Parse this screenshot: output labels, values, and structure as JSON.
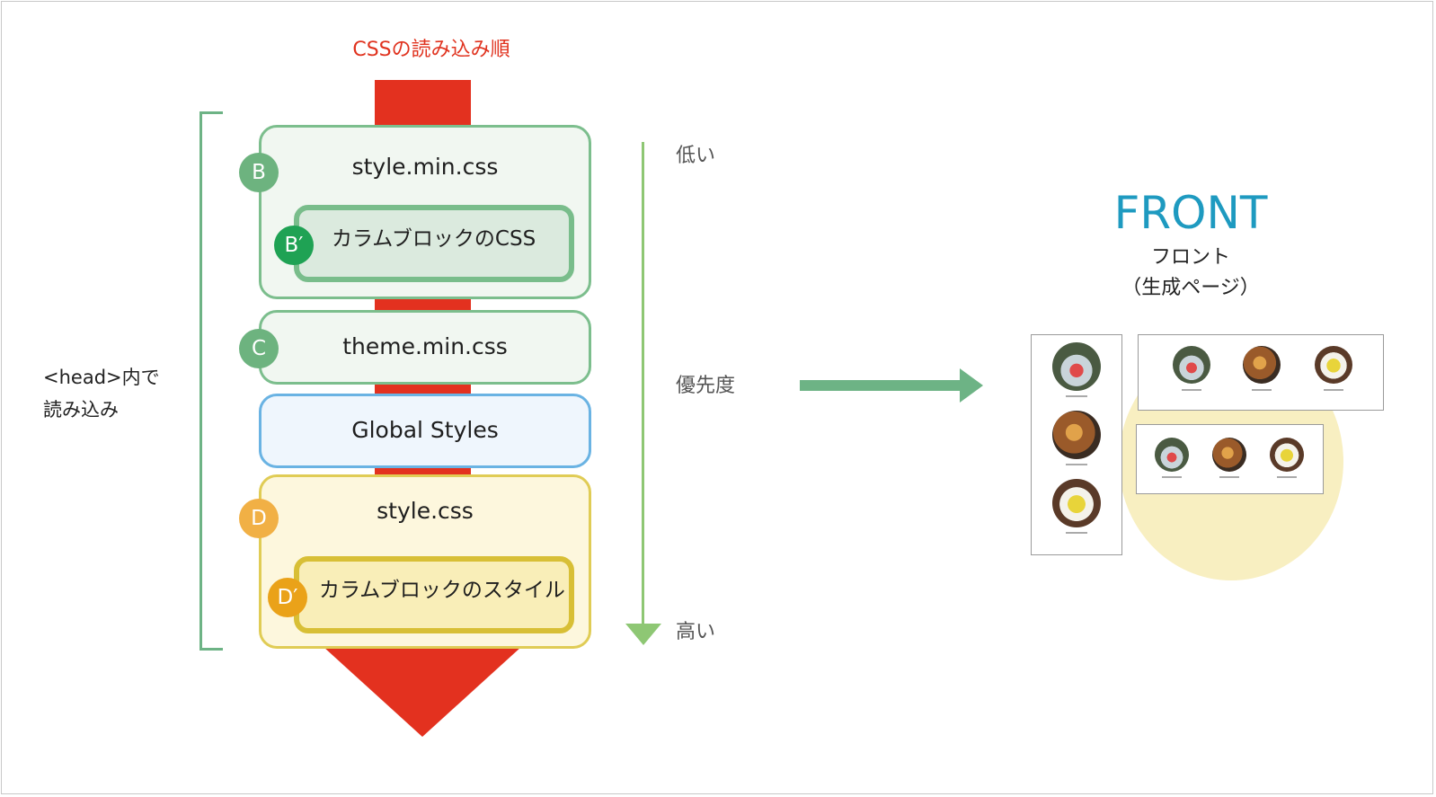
{
  "colors": {
    "order_arrow": "#e3311f",
    "green": "#6db385",
    "blue": "#6ab3e3",
    "yellow": "#e0cc55",
    "front": "#1e9ac0",
    "priority_arrow": "#8ec774"
  },
  "order_title": "CSSの読み込み順",
  "head_label": [
    "<head>内で",
    "読み込み"
  ],
  "stack": {
    "b": {
      "badge": "B",
      "title": "style.min.css",
      "inner_badge": "B′",
      "inner_label": "カラムブロックのCSS"
    },
    "c": {
      "badge": "C",
      "title": "theme.min.css"
    },
    "g": {
      "title": "Global Styles"
    },
    "d": {
      "badge": "D",
      "title": "style.css",
      "inner_badge": "D′",
      "inner_label": "カラムブロックのスタイル"
    }
  },
  "priority": {
    "low": "低い",
    "label": "優先度",
    "high": "高い"
  },
  "front": {
    "title": "FRONT",
    "subtitle": "フロント",
    "note": "（生成ページ）"
  },
  "preview": {
    "thumbnails": [
      "bowl",
      "cafe",
      "soup"
    ]
  }
}
